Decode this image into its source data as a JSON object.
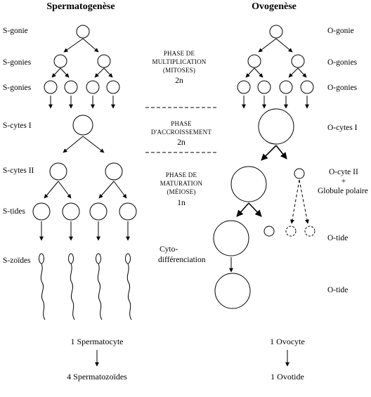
{
  "titles": {
    "left": "Spermatogenèse",
    "right": "Ovogenèse"
  },
  "left_labels": {
    "sgonie": "S-gonie",
    "sgonies1": "S-gonies",
    "sgonies2": "S-gonies",
    "scytes1": "S-cytes I",
    "scytes2": "S-cytes II",
    "stides": "S-tides",
    "szoides": "S-zoïdes"
  },
  "right_labels": {
    "ogonie": "O-gonie",
    "ogonies1": "O-gonies",
    "ogonies2": "O-gonies",
    "ocytes1": "O-cytes I",
    "ocyte2": "O-cyte II",
    "plus": "+",
    "globule": "Globule polaire",
    "otide1": "O-tide",
    "otide2": "O-tide"
  },
  "phases": {
    "multiplication": {
      "line1": "PHASE DE",
      "line2": "MULTIPLICATION",
      "line3": "(MITOSES)",
      "ploidy": "2n"
    },
    "accroissement": {
      "line1": "PHASE",
      "line2": "D'ACCROISSEMENT",
      "ploidy": "2n"
    },
    "maturation": {
      "line1": "PHASE DE",
      "line2": "MATURATION",
      "line3": "(MÉIOSE)",
      "ploidy": "1n"
    },
    "cyto": {
      "line1": "Cyto-",
      "line2": "différenciation"
    }
  },
  "summary": {
    "left_top": "1 Spermatocyte",
    "left_bottom": "4 Spermatozoïdes",
    "right_top": "1 Ovocyte",
    "right_bottom": "1 Ovotide"
  }
}
